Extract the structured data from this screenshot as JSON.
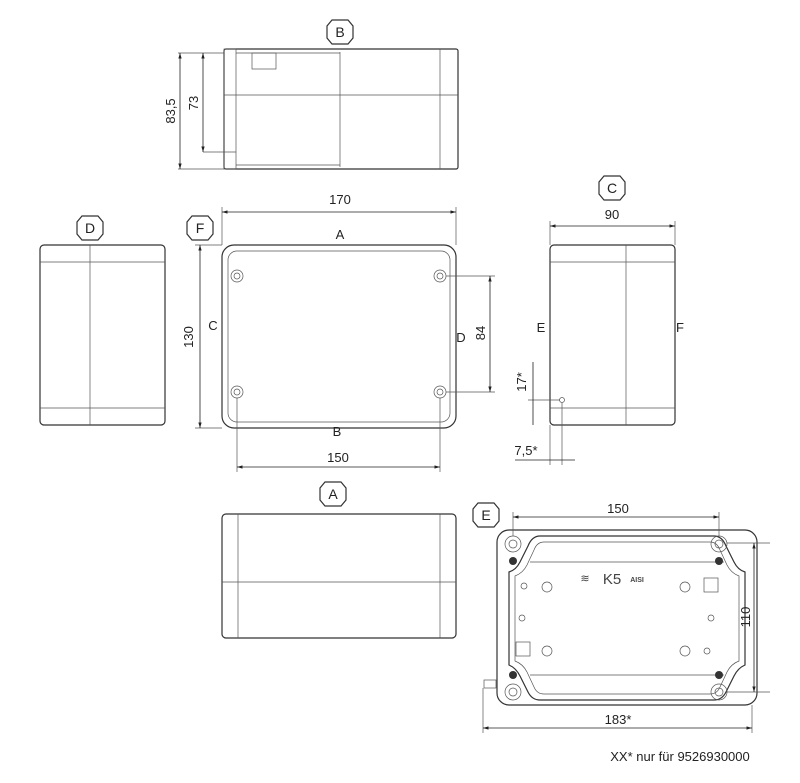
{
  "views": {
    "A": {
      "label": "A"
    },
    "B": {
      "label": "B"
    },
    "C": {
      "label": "C"
    },
    "D": {
      "label": "D"
    },
    "E": {
      "label": "E"
    },
    "F": {
      "label": "F"
    }
  },
  "top_view": {
    "dim_total_height": "83,5",
    "dim_inner_height": "73"
  },
  "front_view": {
    "dim_width": "170",
    "dim_height": "130",
    "dim_screw_spacing_v": "84",
    "dim_screw_spacing_h": "150",
    "side_labels": {
      "top": "A",
      "bottom": "B",
      "left": "C",
      "right": "D"
    }
  },
  "side_view": {
    "dim_depth": "90",
    "dim_vent_height": "17*",
    "dim_vent_offset": "7,5*",
    "side_labels": {
      "left": "E",
      "right": "F"
    }
  },
  "bottom_view": {
    "dim_hole_spacing_h": "150",
    "dim_hole_spacing_v": "110",
    "dim_total_width": "183*",
    "marking_text": "K5",
    "marking_material": "AISI"
  },
  "footnote": "XX* nur für 9526930000"
}
